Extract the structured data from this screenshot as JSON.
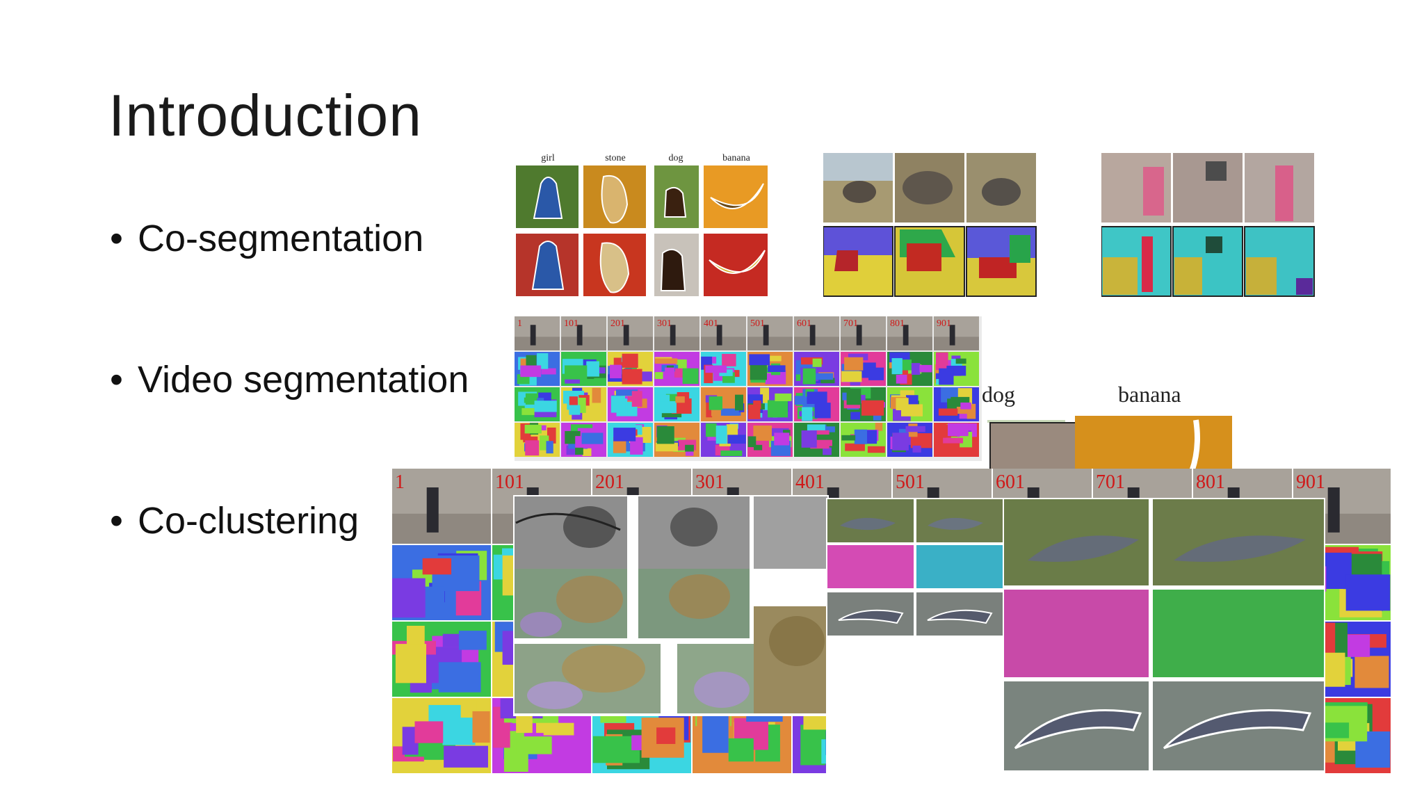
{
  "slide": {
    "title": "Introduction",
    "bullets": [
      {
        "text": "Co-segmentation"
      },
      {
        "text": "Video segmentation"
      },
      {
        "text": "Co-clustering"
      }
    ]
  },
  "cosegmentation_figure": {
    "labels": [
      "girl",
      "stone",
      "dog",
      "banana"
    ]
  },
  "collage_overlay": {
    "labels": [
      "dog",
      "banana"
    ]
  },
  "video_frame_numbers": [
    "1",
    "101",
    "201",
    "301",
    "401",
    "501",
    "601",
    "701",
    "801",
    "901"
  ],
  "colors": {
    "text": "#111111",
    "background": "#ffffff",
    "frame_number": "#d01818"
  }
}
